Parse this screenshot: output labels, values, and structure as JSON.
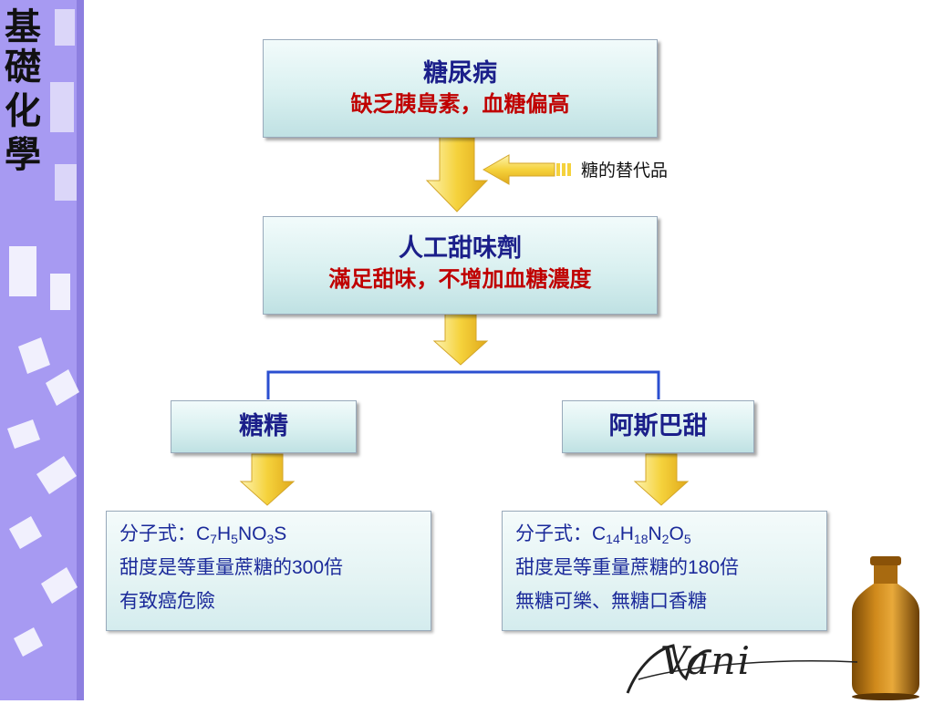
{
  "sidebar": {
    "title_chars": [
      "基",
      "礎",
      "化",
      "學"
    ]
  },
  "top_box": {
    "title": "糖尿病",
    "subtitle": "缺乏胰島素，血糖偏高"
  },
  "side_label": "糖的替代品",
  "middle_box": {
    "title": "人工甜味劑",
    "subtitle": "滿足甜味，不增加血糖濃度"
  },
  "left_box": {
    "title": "糖精"
  },
  "right_box": {
    "title": "阿斯巴甜"
  },
  "left_info": {
    "formula_label": "分子式：",
    "formula_parts": [
      "C",
      "7",
      "H",
      "5",
      "NO",
      "3",
      "S"
    ],
    "sweetness_prefix": "甜度是等重量蔗糖的",
    "sweetness_value": "300",
    "sweetness_suffix": "倍",
    "note": "有致癌危險"
  },
  "right_info": {
    "formula_label": "分子式：",
    "formula_parts": [
      "C",
      "14",
      "H",
      "18",
      "N",
      "2",
      "O",
      "5"
    ],
    "sweetness_prefix": "甜度是等重量蔗糖的",
    "sweetness_value": "180",
    "sweetness_suffix": "倍",
    "note": "無糖可樂、無糖口香糖"
  },
  "signature": "Vani",
  "colors": {
    "sidebar": "#a79af2",
    "box_title": "#1b1f8a",
    "box_subtitle": "#c00000",
    "info_text": "#1b2a9a",
    "connector": "#2b4fd0",
    "arrow_fill": "#f5d23c"
  }
}
